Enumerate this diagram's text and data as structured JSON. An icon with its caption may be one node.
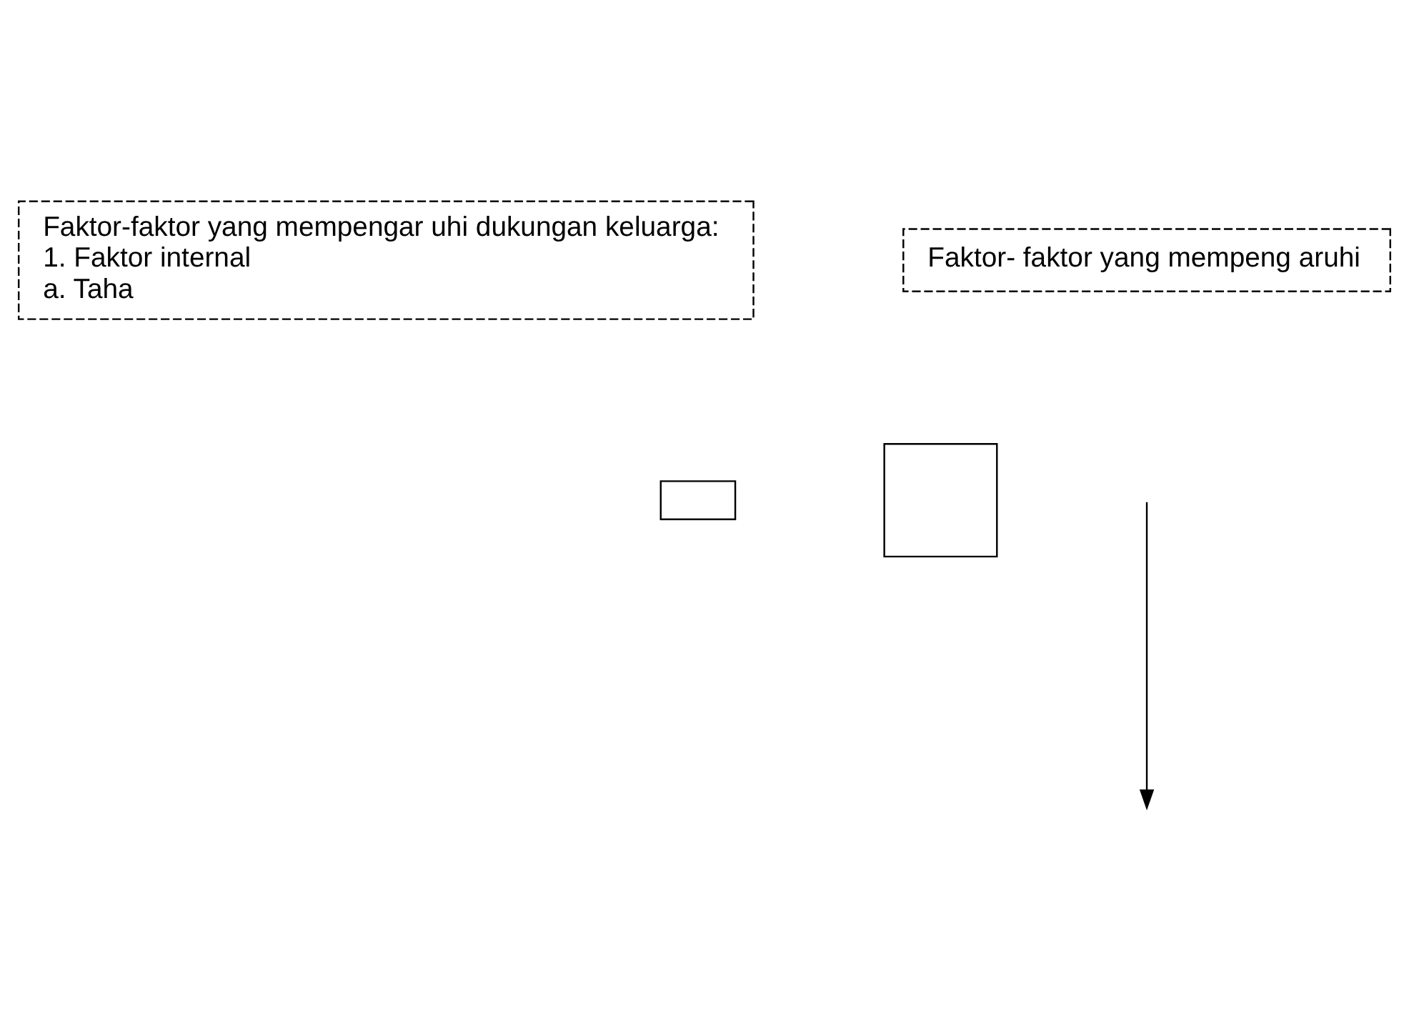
{
  "diagram": {
    "nodes": [
      {
        "text": [
          "Faktor-faktor yang mempengar uhi dukungan keluarga:",
          "1. Faktor internal",
          "a. Taha"
        ]
      },
      {
        "text": [
          "Faktor- faktor yang mempeng aruhi"
        ]
      },
      {
        "text": [],
        "shape": "box"
      },
      {
        "text": [],
        "shape": "box"
      }
    ]
  }
}
